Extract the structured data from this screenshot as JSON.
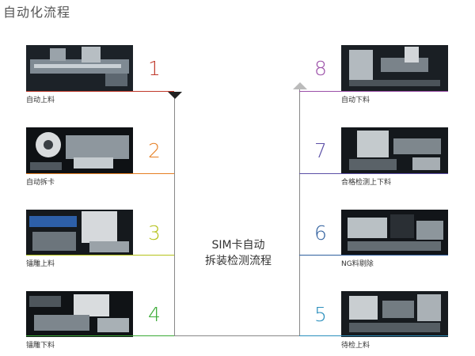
{
  "title": "自动化流程",
  "center": {
    "line1": "SIM卡自动",
    "line2": "拆装检测流程"
  },
  "steps": [
    {
      "num": "1",
      "label": "自动上料",
      "color": "#c0392b"
    },
    {
      "num": "2",
      "label": "自动拆卡",
      "color": "#e67e22"
    },
    {
      "num": "3",
      "label": "镭雕上料",
      "color": "#b5c21a"
    },
    {
      "num": "4",
      "label": "镭雕下料",
      "color": "#3aaa35"
    },
    {
      "num": "5",
      "label": "待检上料",
      "color": "#2a8fbd"
    },
    {
      "num": "6",
      "label": "NG料剔除",
      "color": "#2f5f9e"
    },
    {
      "num": "7",
      "label": "合格检测上下料",
      "color": "#5b4fa6"
    },
    {
      "num": "8",
      "label": "自动下料",
      "color": "#9b4fa8"
    }
  ]
}
